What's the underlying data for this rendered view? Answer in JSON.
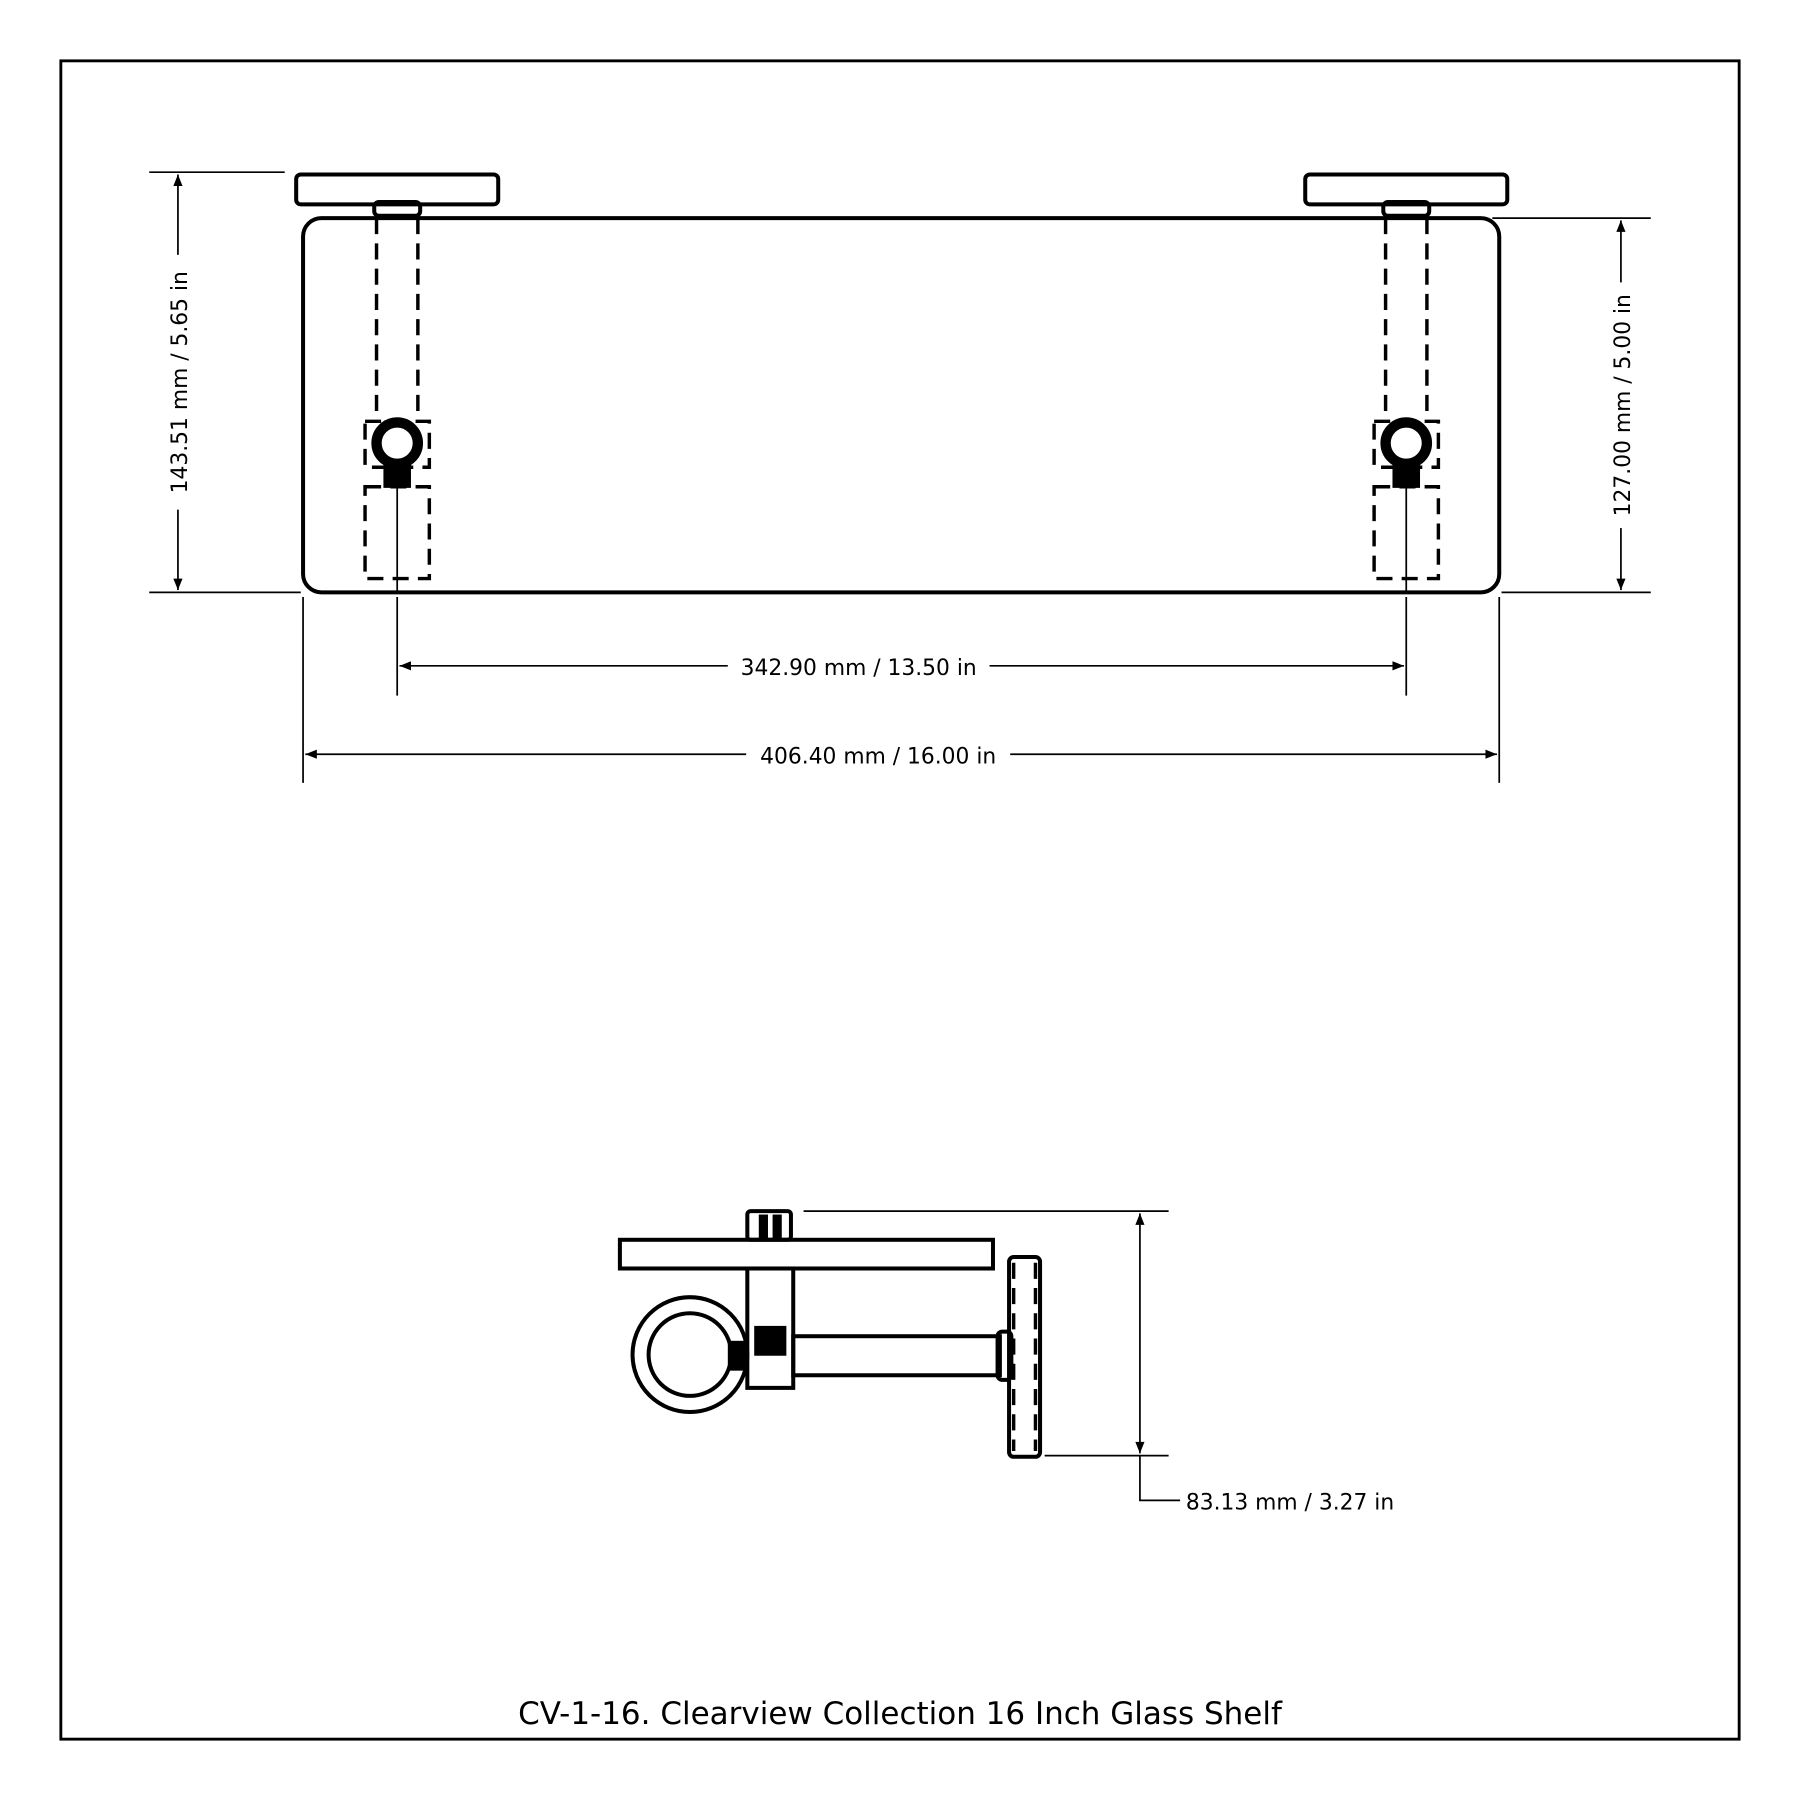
{
  "title": "CV-1-16. Clearview Collection 16 Inch Glass Shelf",
  "dimensions": {
    "overall_height": "143.51 mm / 5.65 in",
    "shelf_depth": "127.00 mm / 5.00 in",
    "bracket_spacing": "342.90 mm / 13.50 in",
    "overall_width": "406.40 mm / 16.00 in",
    "projection": "83.13 mm / 3.27 in"
  }
}
